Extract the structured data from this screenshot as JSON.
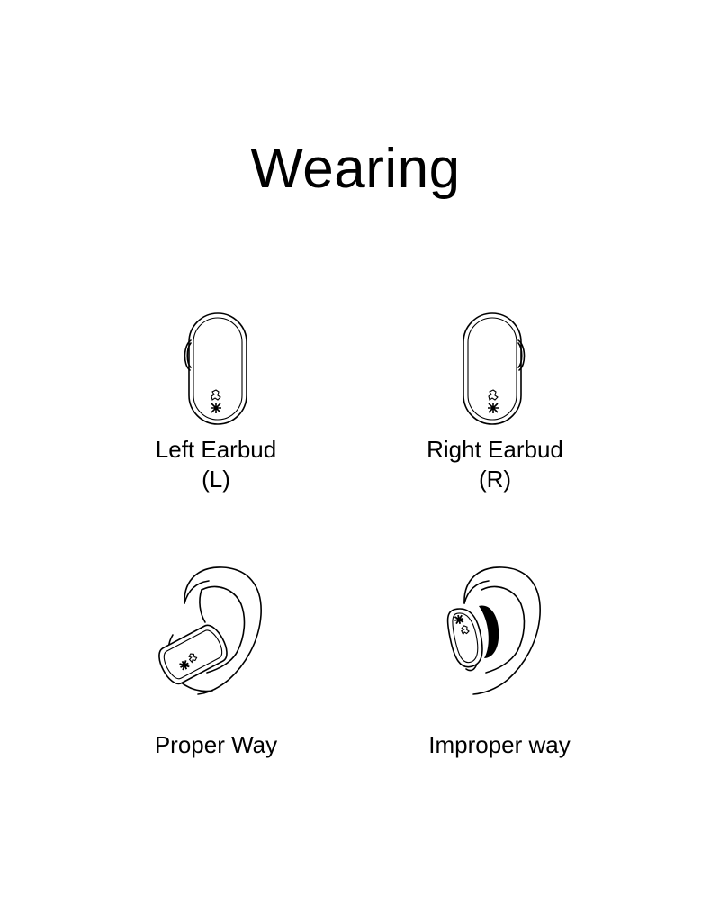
{
  "title": "Wearing",
  "panels": [
    {
      "id": "left-earbud",
      "label_line1": "Left Earbud",
      "label_line2": "(L)"
    },
    {
      "id": "right-earbud",
      "label_line1": "Right Earbud",
      "label_line2": "(R)"
    },
    {
      "id": "proper-way",
      "label": "Proper Way"
    },
    {
      "id": "improper-way",
      "label": "Improper way"
    }
  ],
  "colors": {
    "background": "#ffffff",
    "ink": "#000000"
  },
  "icons": [
    "left-earbud-icon",
    "right-earbud-icon",
    "ear-proper-wearing-icon",
    "ear-improper-wearing-icon"
  ]
}
